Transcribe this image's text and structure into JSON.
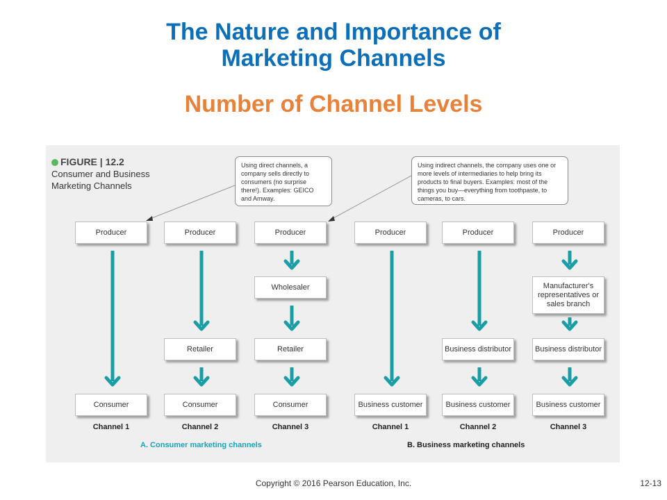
{
  "title_line1": "The Nature and Importance of",
  "title_line2": "Marketing Channels",
  "subtitle": "Number of Channel Levels",
  "figure": {
    "number": "FIGURE | 12.2",
    "caption_line1": "Consumer and Business",
    "caption_line2": "Marketing Channels",
    "callout_direct": "Using direct channels, a company sells directly to consumers (no surprise there!). Examples: GEICO and Amway.",
    "callout_indirect": "Using indirect channels, the company uses one or more levels of intermediaries to help bring its products to final buyers. Examples: most of the things you buy—everything from toothpaste, to cameras, to cars.",
    "consumer_section_label": "A. Consumer marketing channels",
    "business_section_label": "B. Business marketing channels",
    "channel_labels": [
      "Channel 1",
      "Channel 2",
      "Channel 3",
      "Channel 1",
      "Channel 2",
      "Channel 3"
    ],
    "nodes": {
      "producer": "Producer",
      "wholesaler": "Wholesaler",
      "retailer": "Retailer",
      "consumer": "Consumer",
      "business_distributor": "Business distributor",
      "business_customer": "Business customer",
      "manufacturers_reps": "Manufacturer's representatives or sales branch"
    },
    "colors": {
      "arrow": "#1a9ea6",
      "consumer_label": "#1aa3b8",
      "business_label": "#222222"
    }
  },
  "footer": "Copyright © 2016 Pearson Education, Inc.",
  "page_number": "12-13"
}
